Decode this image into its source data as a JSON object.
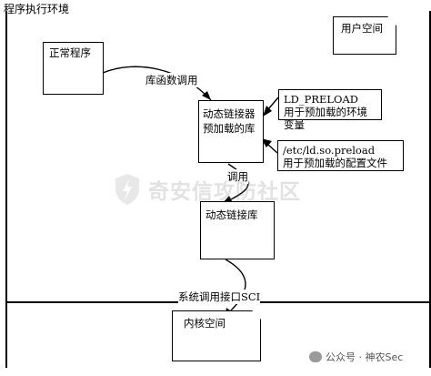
{
  "diagram": {
    "title": "程序执行环境",
    "user_space": "用户空间",
    "normal_program": "正常程序",
    "lib_call": "库函数调用",
    "dynamic_linker_preload": [
      "动态链接器",
      "预加载的库"
    ],
    "ld_preload_title": "LD_PRELOAD",
    "ld_preload_desc": "用于预加载的环境变量",
    "etc_preload_title": "/etc/ld.so.preload",
    "etc_preload_desc": "用于预加载的配置文件",
    "call": "调用",
    "dynamic_linker_lib": "动态链接库",
    "syscall": "系统调用接口SCI",
    "kernel_space": "内核空间",
    "watermark": "奇安信攻防社区",
    "footer_badge": "公众号 · 神农Sec"
  }
}
